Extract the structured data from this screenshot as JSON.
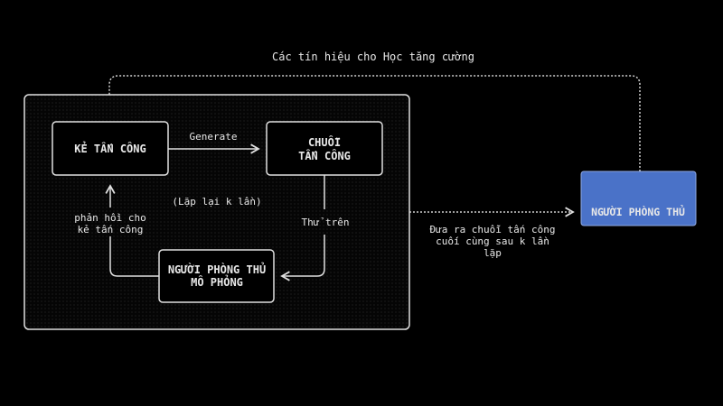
{
  "title": "Các tín hiệu cho Học tăng cường",
  "nodes": {
    "attacker": "KẺ TẤN CÔNG",
    "attack_chain": [
      "CHUỖI",
      "TẤN CÔNG"
    ],
    "simulated_defender": [
      "NGƯỜI PHÒNG THỦ",
      "MÔ PHỎNG"
    ],
    "defender": "NGƯỜI PHÒNG THỦ"
  },
  "edges": {
    "generate": "Generate",
    "try_on": "Thử trên",
    "feedback": [
      "phản hồi cho",
      "kẻ tấn công"
    ],
    "repeat": "(Lặp lại k lần)",
    "output": [
      "Đưa ra chuỗi tấn công",
      "cuối cùng sau k lần",
      "lặp"
    ]
  },
  "colors": {
    "defender_fill": "#4a72c8",
    "stroke": "#e0e0e0",
    "background": "#000000"
  }
}
